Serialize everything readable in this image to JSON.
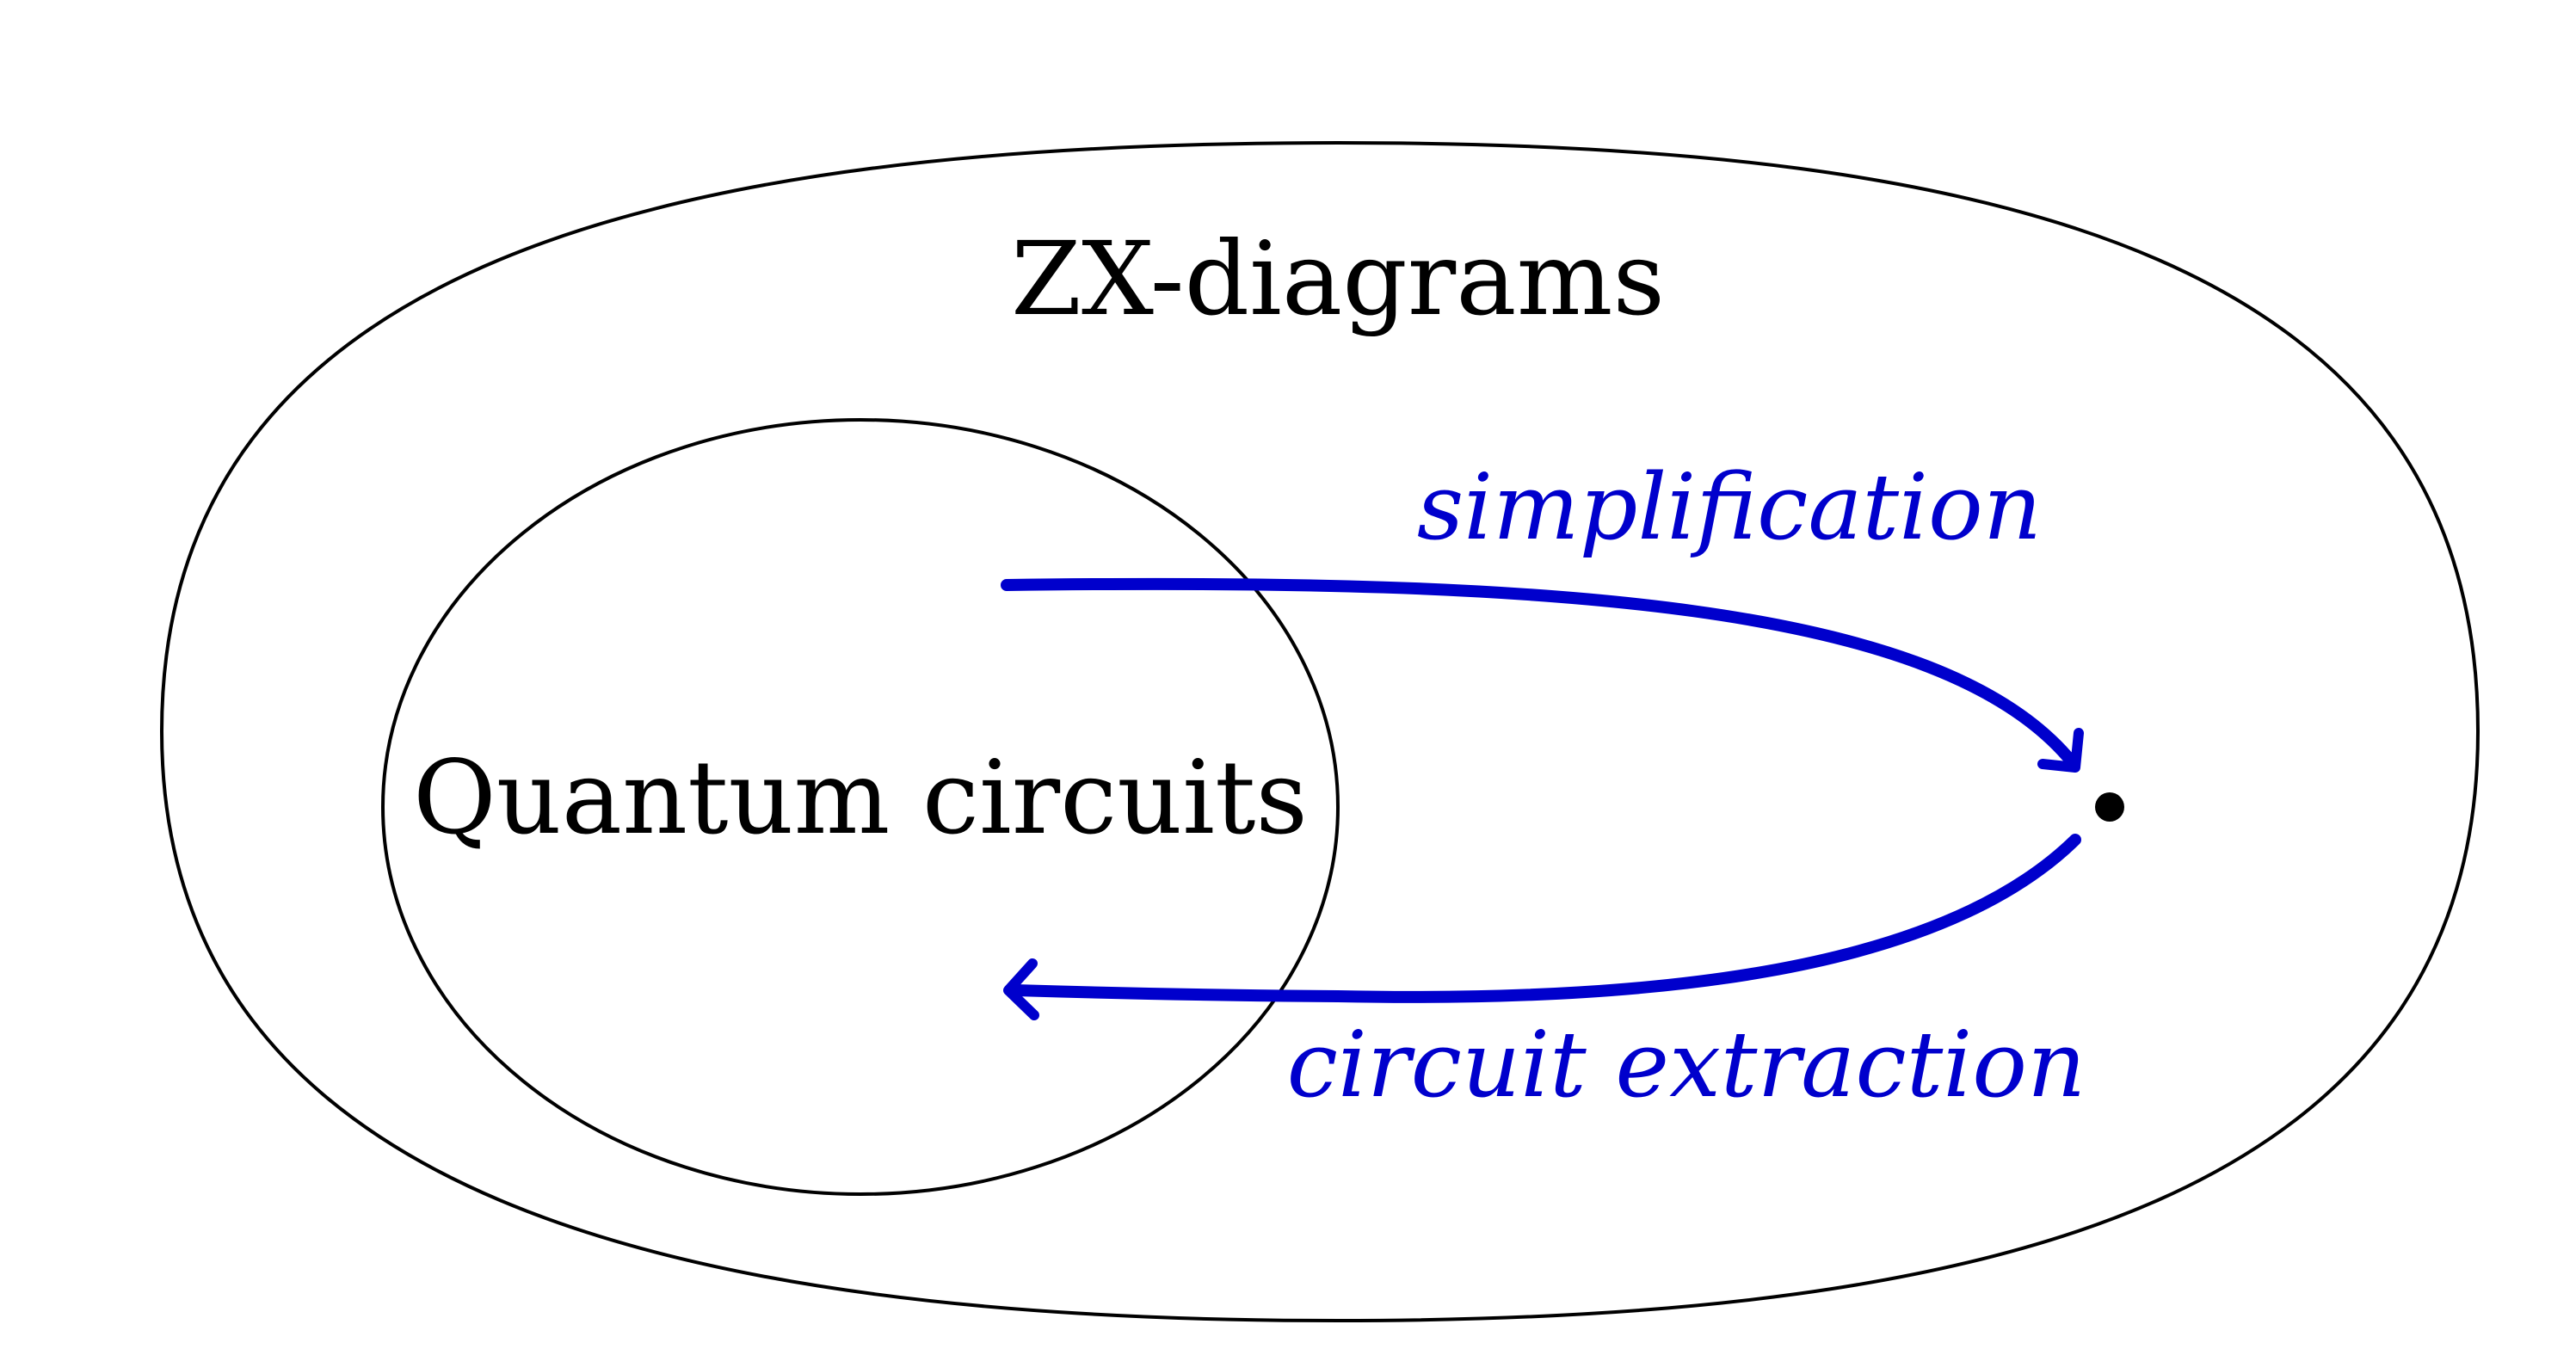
{
  "labels": {
    "outer_set": "ZX-diagrams",
    "inner_set": "Quantum circuits",
    "forward_arrow": "simplification",
    "backward_arrow": "circuit extraction"
  },
  "colors": {
    "outline": "#000000",
    "arrow": "#0000cc",
    "text": "#000000",
    "arrow_text": "#0000cc"
  }
}
